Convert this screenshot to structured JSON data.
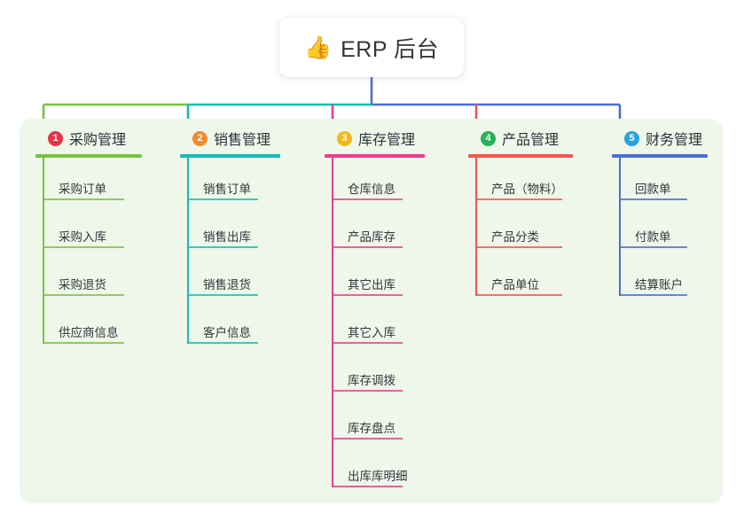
{
  "root": {
    "icon": "thumbs-up-icon",
    "icon_glyph": "👍",
    "label": "ERP 后台"
  },
  "panel": {
    "background_color": "#eef7ea"
  },
  "columns": [
    {
      "number": "1",
      "title": "采购管理",
      "badge_color": "#e8334a",
      "line_color": "#7ac143",
      "connector_color": "#7ac143",
      "items": [
        "采购订单",
        "采购入库",
        "采购退货",
        "供应商信息"
      ]
    },
    {
      "number": "2",
      "title": "销售管理",
      "badge_color": "#f08c2e",
      "line_color": "#17bcb4",
      "connector_color": "#0fbfa8",
      "items": [
        "销售订单",
        "销售出库",
        "销售退货",
        "客户信息"
      ]
    },
    {
      "number": "3",
      "title": "库存管理",
      "badge_color": "#f5b916",
      "line_color": "#ec3f8e",
      "connector_color": "#ec3f8e",
      "items": [
        "仓库信息",
        "产品库存",
        "其它出库",
        "其它入库",
        "库存调拨",
        "库存盘点",
        "出库库明细"
      ]
    },
    {
      "number": "4",
      "title": "产品管理",
      "badge_color": "#23b457",
      "line_color": "#f4544f",
      "connector_color": "#f4544f",
      "items": [
        "产品（物料）",
        "产品分类",
        "产品单位"
      ]
    },
    {
      "number": "5",
      "title": "财务管理",
      "badge_color": "#29a3dd",
      "line_color": "#4b6fd0",
      "connector_color": "#4b6fd0",
      "items": [
        "回款单",
        "付款单",
        "结算账户"
      ]
    }
  ],
  "trunk": {
    "color": "#4b6fd0"
  }
}
